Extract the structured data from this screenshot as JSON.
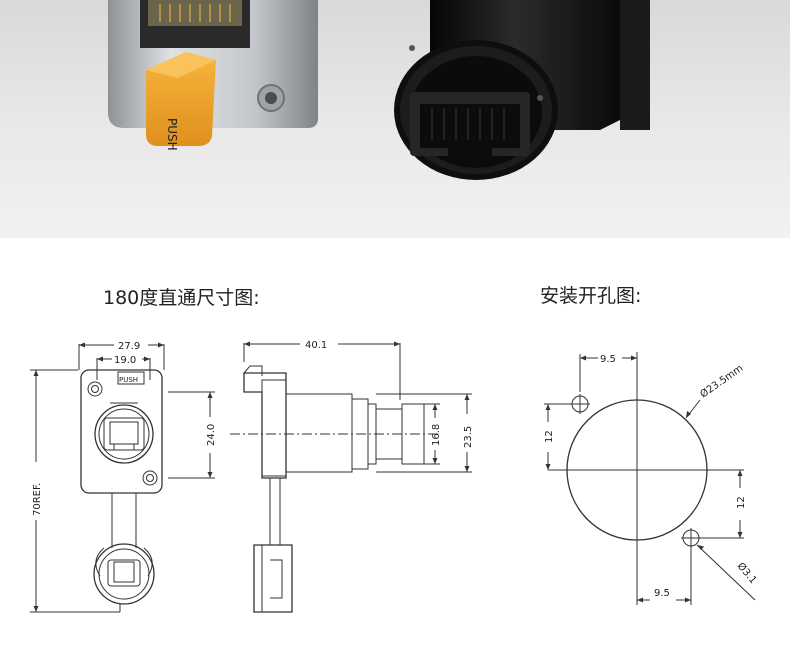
{
  "headings": {
    "straight_through": "180度直通尺寸图:",
    "mounting_hole": "安装开孔图:"
  },
  "photo": {
    "latch_text": "PUSH",
    "colors": {
      "latch": "#f4a72c",
      "metal": "#b8bdc2",
      "black_body": "#141414"
    }
  },
  "front_view": {
    "dim_width_outer": "27.9",
    "dim_width_inner": "19.0",
    "dim_height": "24.0",
    "dim_total": "70REF.",
    "latch_label": "PUSH"
  },
  "side_view": {
    "dim_length": "40.1",
    "dim_inner": "16.8",
    "dim_outer": "23.5"
  },
  "hole_view": {
    "dim_top": "9.5",
    "dim_left": "12",
    "dim_right": "12",
    "dim_bottom": "9.5",
    "dim_main_diameter": "Ø23.5mm",
    "dim_small_diameter": "Ø3.1"
  }
}
